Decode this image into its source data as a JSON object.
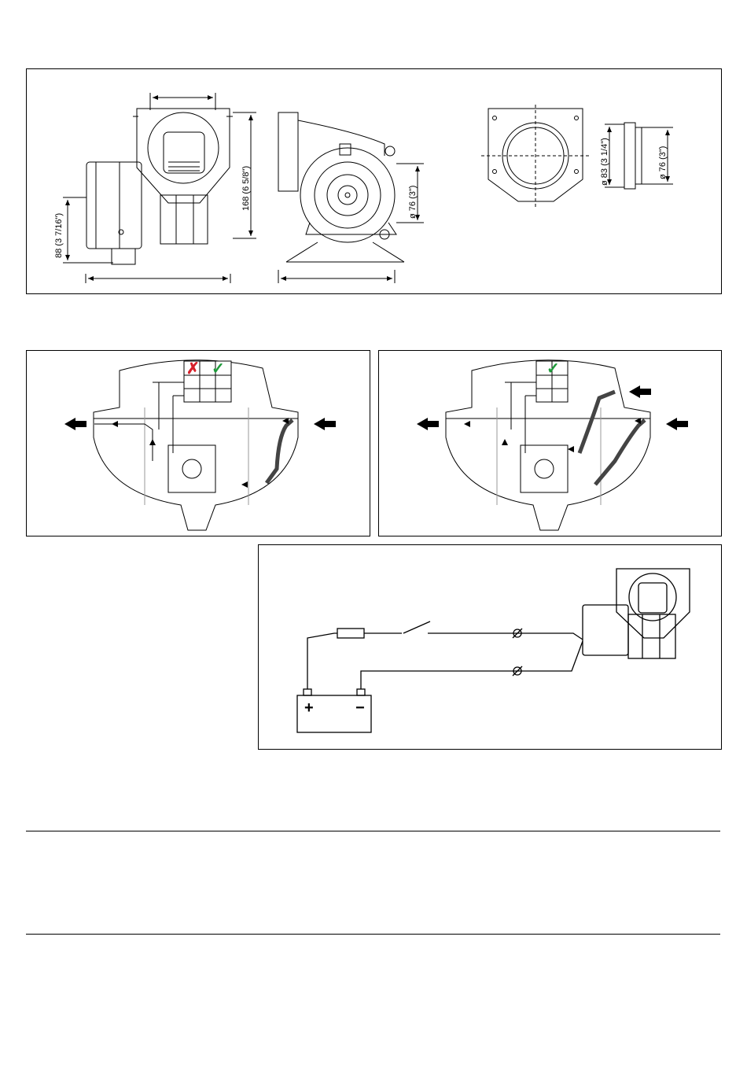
{
  "dimensions": {
    "height_side": "168 (6 5/8\")",
    "height_motor": "88 (3 7/16\")",
    "duct_diameter": "ø 76 (3\")",
    "flange_outer": "ø 83 (3 1/4\")",
    "flange_inner": "ø 76 (3\")"
  },
  "install": {
    "wrong_mark": "✗",
    "right_mark": "✓"
  },
  "wiring": {
    "battery_plus": "+",
    "battery_minus": "−"
  },
  "colors": {
    "wrong": "#d6202a",
    "right": "#1e9b3a",
    "line": "#000000"
  }
}
